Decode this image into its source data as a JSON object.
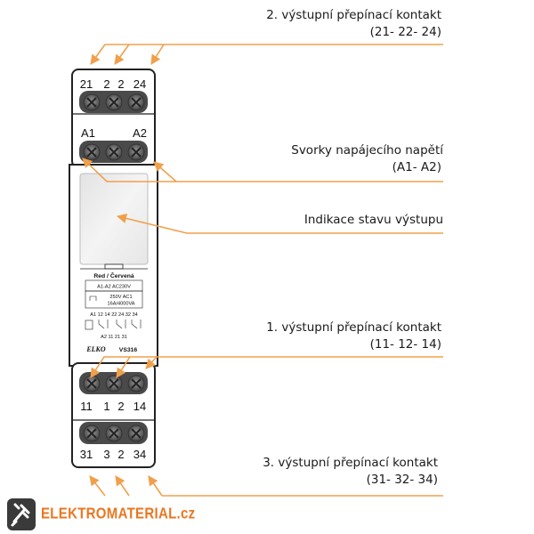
{
  "device": {
    "top_terminals": [
      "21",
      "2",
      "2",
      "24"
    ],
    "supply_terminals": [
      "A1",
      "A2"
    ],
    "bottom_row1_terminals": [
      "11",
      "1",
      "2",
      "14"
    ],
    "bottom_row2_terminals": [
      "31",
      "3",
      "2",
      "34"
    ],
    "plate": {
      "color_label": "Red / Červená",
      "supply_label": "A1-A2 AC230V",
      "rating_line1": "250V  AC1",
      "rating_line2": "16A/4000VA",
      "schematic_top": "A1 12  14 22  24 32  34",
      "schematic_bottom": "A2   11      21      31",
      "maker": "ELKO",
      "model": "VS316"
    }
  },
  "callouts": {
    "contact2_title": "2. výstupní přepínací kontakt",
    "contact2_terms": "(21- 22- 24)",
    "supply_title": "Svorky napájecího napětí",
    "supply_terms": "(A1- A2)",
    "indicator_title": "Indikace stavu výstupu",
    "contact1_title": "1. výstupní přepínací kontakt",
    "contact1_terms": "(11- 12- 14)",
    "contact3_title": "3. výstupní přepínací kontakt",
    "contact3_terms": "(31- 32- 34)"
  },
  "brand": {
    "name": "ELEKTROMATERIAL.cz"
  },
  "colors": {
    "accent": "#f0a04b",
    "module_outline": "#222222",
    "screw": "#6b6b6b",
    "brand": "#e87722"
  }
}
